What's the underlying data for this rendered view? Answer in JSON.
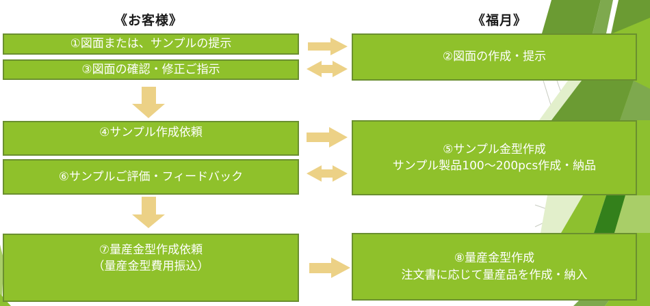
{
  "columns": {
    "left_header": "《お客様》",
    "right_header": "《福月》"
  },
  "steps": [
    {
      "step": 1,
      "actor": "customer",
      "lines": [
        "①図面または、サンプルの提示"
      ]
    },
    {
      "step": 2,
      "actor": "fukutsuki",
      "lines": [
        "②図面の作成・提示"
      ]
    },
    {
      "step": 3,
      "actor": "customer",
      "lines": [
        "③図面の確認・修正ご指示"
      ]
    },
    {
      "step": 4,
      "actor": "customer",
      "lines": [
        "④サンプル作成依頼"
      ]
    },
    {
      "step": 5,
      "actor": "fukutsuki",
      "lines": [
        "⑤サンプル金型作成",
        "サンプル製品100～200pcs作成・納品"
      ]
    },
    {
      "step": 6,
      "actor": "customer",
      "lines": [
        "⑥サンプルご評価・フィードバック"
      ]
    },
    {
      "step": 7,
      "actor": "customer",
      "lines": [
        "⑦量産金型作成依頼",
        "（量産金型費用振込）"
      ]
    },
    {
      "step": 8,
      "actor": "fukutsuki",
      "lines": [
        "⑧量産金型作成",
        "注文書に応じて量産品を作成・納入"
      ]
    }
  ],
  "arrows": [
    {
      "type": "right",
      "from": 1,
      "to": 2
    },
    {
      "type": "double",
      "from": 3,
      "to": 2
    },
    {
      "type": "down",
      "from": 3,
      "to": 4
    },
    {
      "type": "right",
      "from": 4,
      "to": 5
    },
    {
      "type": "double",
      "from": 6,
      "to": 5
    },
    {
      "type": "down",
      "from": 6,
      "to": 7
    },
    {
      "type": "right",
      "from": 7,
      "to": 8
    }
  ],
  "colors": {
    "box_fill": "#8FC12B",
    "box_border": "#6A8F2F",
    "box_text": "#FFFFFF",
    "header_text": "#1A1A1A",
    "arrow": "#ECD186",
    "facet_bright": "#8DC02F",
    "facet_dark": "#6B9B33",
    "facet_mid": "#7EA94E",
    "facet_deep": "#33801B",
    "facet_pale": "#E2EFCB",
    "facet_light": "#A9CE68",
    "line_gray": "#C7CBC0"
  }
}
